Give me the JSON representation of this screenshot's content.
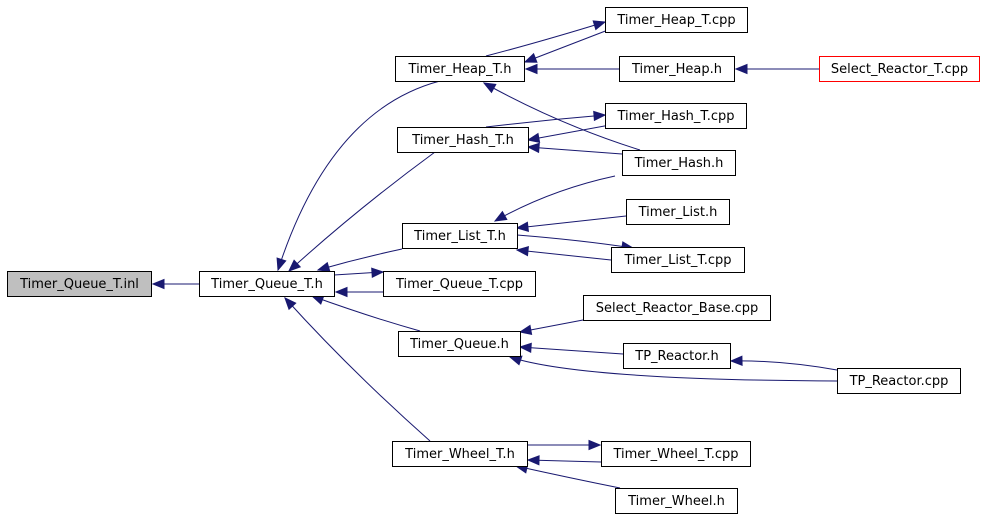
{
  "diagram": {
    "edge_color": "#191970",
    "root_fill": "#bfbfbf",
    "highlight_stroke": "#ff0000",
    "nodes": [
      {
        "id": "timer_queue_t_inl",
        "label": "Timer_Queue_T.inl",
        "style": "root"
      },
      {
        "id": "timer_queue_t_h",
        "label": "Timer_Queue_T.h",
        "style": "normal"
      },
      {
        "id": "timer_heap_t_h",
        "label": "Timer_Heap_T.h",
        "style": "normal"
      },
      {
        "id": "timer_hash_t_h",
        "label": "Timer_Hash_T.h",
        "style": "normal"
      },
      {
        "id": "timer_list_t_h",
        "label": "Timer_List_T.h",
        "style": "normal"
      },
      {
        "id": "timer_queue_t_cpp",
        "label": "Timer_Queue_T.cpp",
        "style": "normal"
      },
      {
        "id": "timer_queue_h",
        "label": "Timer_Queue.h",
        "style": "normal"
      },
      {
        "id": "timer_wheel_t_h",
        "label": "Timer_Wheel_T.h",
        "style": "normal"
      },
      {
        "id": "timer_heap_t_cpp",
        "label": "Timer_Heap_T.cpp",
        "style": "normal"
      },
      {
        "id": "timer_heap_h",
        "label": "Timer_Heap.h",
        "style": "normal"
      },
      {
        "id": "select_reactor_t_cpp",
        "label": "Select_Reactor_T.cpp",
        "style": "red"
      },
      {
        "id": "timer_hash_t_cpp",
        "label": "Timer_Hash_T.cpp",
        "style": "normal"
      },
      {
        "id": "timer_hash_h",
        "label": "Timer_Hash.h",
        "style": "normal"
      },
      {
        "id": "timer_list_h",
        "label": "Timer_List.h",
        "style": "normal"
      },
      {
        "id": "timer_list_t_cpp",
        "label": "Timer_List_T.cpp",
        "style": "normal"
      },
      {
        "id": "select_reactor_base_cpp",
        "label": "Select_Reactor_Base.cpp",
        "style": "normal"
      },
      {
        "id": "tp_reactor_h",
        "label": "TP_Reactor.h",
        "style": "normal"
      },
      {
        "id": "tp_reactor_cpp",
        "label": "TP_Reactor.cpp",
        "style": "normal"
      },
      {
        "id": "timer_wheel_t_cpp",
        "label": "Timer_Wheel_T.cpp",
        "style": "normal"
      },
      {
        "id": "timer_wheel_h",
        "label": "Timer_Wheel.h",
        "style": "normal"
      }
    ],
    "edges": [
      {
        "from": "timer_queue_t_h",
        "to": "timer_queue_t_inl"
      },
      {
        "from": "timer_heap_t_h",
        "to": "timer_queue_t_h"
      },
      {
        "from": "timer_hash_t_h",
        "to": "timer_queue_t_h"
      },
      {
        "from": "timer_list_t_h",
        "to": "timer_queue_t_h"
      },
      {
        "from": "timer_queue_t_cpp",
        "to": "timer_queue_t_h"
      },
      {
        "from": "timer_queue_h",
        "to": "timer_queue_t_h"
      },
      {
        "from": "timer_wheel_t_h",
        "to": "timer_queue_t_h"
      },
      {
        "from": "timer_queue_t_h",
        "to": "timer_queue_t_cpp"
      },
      {
        "from": "timer_heap_t_cpp",
        "to": "timer_heap_t_h"
      },
      {
        "from": "timer_heap_t_h",
        "to": "timer_heap_t_cpp"
      },
      {
        "from": "timer_heap_h",
        "to": "timer_heap_t_h"
      },
      {
        "from": "select_reactor_t_cpp",
        "to": "timer_heap_h"
      },
      {
        "from": "timer_hash_h",
        "to": "timer_heap_t_h"
      },
      {
        "from": "timer_hash_t_cpp",
        "to": "timer_hash_t_h"
      },
      {
        "from": "timer_hash_t_h",
        "to": "timer_hash_t_cpp"
      },
      {
        "from": "timer_hash_h",
        "to": "timer_hash_t_h"
      },
      {
        "from": "timer_hash_h",
        "to": "timer_list_t_h"
      },
      {
        "from": "timer_list_h",
        "to": "timer_list_t_h"
      },
      {
        "from": "timer_list_t_cpp",
        "to": "timer_list_t_h"
      },
      {
        "from": "timer_list_t_h",
        "to": "timer_list_t_cpp"
      },
      {
        "from": "select_reactor_base_cpp",
        "to": "timer_queue_h"
      },
      {
        "from": "tp_reactor_h",
        "to": "timer_queue_h"
      },
      {
        "from": "tp_reactor_cpp",
        "to": "timer_queue_h"
      },
      {
        "from": "tp_reactor_cpp",
        "to": "tp_reactor_h"
      },
      {
        "from": "timer_wheel_t_cpp",
        "to": "timer_wheel_t_h"
      },
      {
        "from": "timer_wheel_t_h",
        "to": "timer_wheel_t_cpp"
      },
      {
        "from": "timer_wheel_h",
        "to": "timer_wheel_t_h"
      }
    ]
  }
}
